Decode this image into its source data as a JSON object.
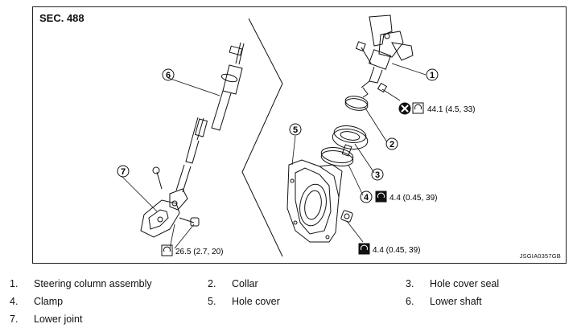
{
  "figure": {
    "section": "SEC. 488",
    "code": "JSGIA0357GB"
  },
  "callouts": [
    "1",
    "2",
    "3",
    "4",
    "5",
    "6",
    "7"
  ],
  "torques": [
    {
      "value": "44.1 (4.5, 33)"
    },
    {
      "value": "4.4 (0.45, 39)"
    },
    {
      "value": "4.4 (0.45, 39)"
    },
    {
      "value": "26.5 (2.7, 20)"
    }
  ],
  "legend": [
    {
      "num": "1.",
      "name": "Steering column assembly"
    },
    {
      "num": "2.",
      "name": "Collar"
    },
    {
      "num": "3.",
      "name": "Hole cover seal"
    },
    {
      "num": "4.",
      "name": "Clamp"
    },
    {
      "num": "5.",
      "name": "Hole cover"
    },
    {
      "num": "6.",
      "name": "Lower shaft"
    },
    {
      "num": "7.",
      "name": "Lower joint"
    }
  ]
}
